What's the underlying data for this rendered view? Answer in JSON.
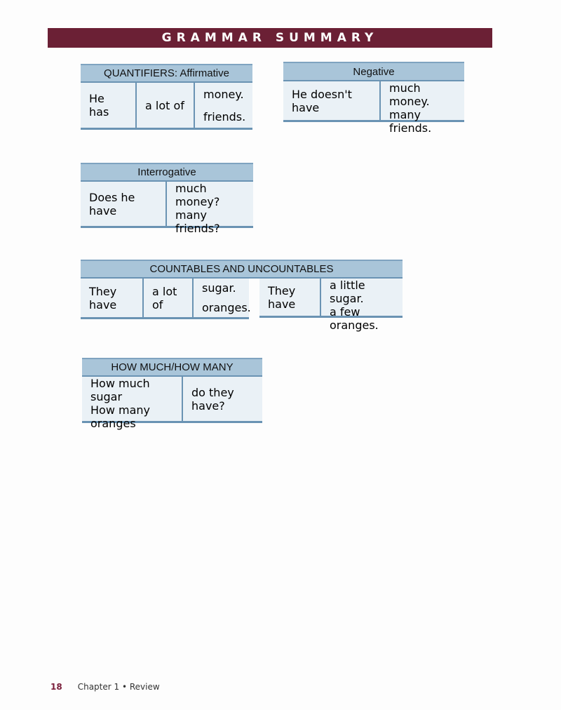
{
  "banner": "GRAMMAR SUMMARY",
  "affirmative": {
    "title": "QUANTIFIERS:  Affirmative",
    "subject": "He has",
    "quantifier": "a lot of",
    "nouns": [
      "money.",
      "friends."
    ]
  },
  "negative": {
    "title": "Negative",
    "subject": "He doesn't have",
    "phrases": [
      "much money.",
      "many friends."
    ]
  },
  "interrogative": {
    "title": "Interrogative",
    "subject": "Does he have",
    "phrases": [
      "much money?",
      "many friends?"
    ]
  },
  "countables": {
    "title": "COUNTABLES AND UNCOUNTABLES",
    "left_subject": "They have",
    "left_quantifier": "a lot of",
    "left_nouns": [
      "sugar.",
      "oranges."
    ],
    "right_subject": "They have",
    "right_phrases": [
      "a little sugar.",
      "a few oranges."
    ]
  },
  "howmuch": {
    "title": "HOW MUCH/HOW MANY",
    "questions": [
      "How much sugar",
      "How many oranges"
    ],
    "ending": "do they have?"
  },
  "footer": {
    "page": "18",
    "chapter": "Chapter 1 • Review"
  }
}
